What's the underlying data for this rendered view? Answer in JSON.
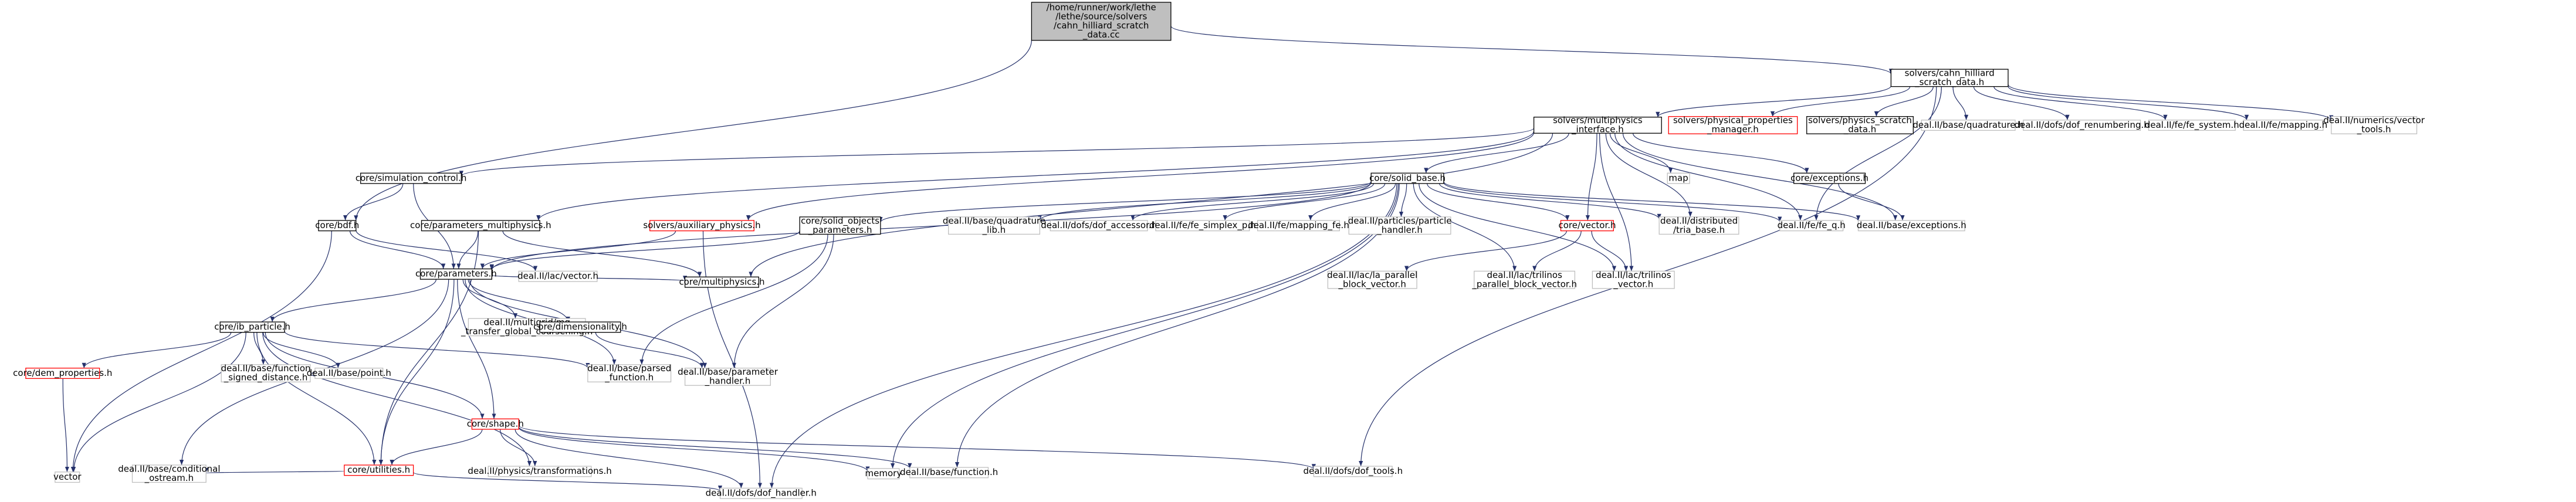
{
  "graph": {
    "nodes": [
      {
        "id": "root",
        "lines": [
          "/home/runner/work/lethe",
          "/lethe/source/solvers",
          "/cahn_hilliard_scratch",
          "_data.cc"
        ],
        "style": "root"
      },
      {
        "id": "chsd",
        "lines": [
          "solvers/cahn_hilliard",
          "_scratch_data.h"
        ],
        "style": "black"
      },
      {
        "id": "mpi",
        "lines": [
          "solvers/multiphysics",
          "_interface.h"
        ],
        "style": "black"
      },
      {
        "id": "ppm",
        "lines": [
          "solvers/physical_properties",
          "_manager.h"
        ],
        "style": "red"
      },
      {
        "id": "psd",
        "lines": [
          "solvers/physics_scratch",
          "_data.h"
        ],
        "style": "black"
      },
      {
        "id": "quad",
        "lines": [
          "deal.II/base/quadrature.h"
        ],
        "style": "grey"
      },
      {
        "id": "dofren",
        "lines": [
          "deal.II/dofs/dof_renumbering.h"
        ],
        "style": "grey"
      },
      {
        "id": "fesys",
        "lines": [
          "deal.II/fe/fe_system.h"
        ],
        "style": "grey"
      },
      {
        "id": "mapping",
        "lines": [
          "deal.II/fe/mapping.h"
        ],
        "style": "grey"
      },
      {
        "id": "numvec",
        "lines": [
          "deal.II/numerics/vector",
          "_tools.h"
        ],
        "style": "grey"
      },
      {
        "id": "simctrl",
        "lines": [
          "core/simulation_control.h"
        ],
        "style": "black"
      },
      {
        "id": "solidbase",
        "lines": [
          "core/solid_base.h"
        ],
        "style": "black"
      },
      {
        "id": "map",
        "lines": [
          "map"
        ],
        "style": "grey"
      },
      {
        "id": "coreexc",
        "lines": [
          "core/exceptions.h"
        ],
        "style": "black"
      },
      {
        "id": "bdf",
        "lines": [
          "core/bdf.h"
        ],
        "style": "black"
      },
      {
        "id": "parmp",
        "lines": [
          "core/parameters_multiphysics.h"
        ],
        "style": "black"
      },
      {
        "id": "auxphys",
        "lines": [
          "solvers/auxiliary_physics.h"
        ],
        "style": "red"
      },
      {
        "id": "solidobj",
        "lines": [
          "core/solid_objects",
          "_parameters.h"
        ],
        "style": "black"
      },
      {
        "id": "quadlib",
        "lines": [
          "deal.II/base/quadrature",
          "_lib.h"
        ],
        "style": "grey"
      },
      {
        "id": "dofacc",
        "lines": [
          "deal.II/dofs/dof_accessor.h"
        ],
        "style": "grey"
      },
      {
        "id": "fesimplex",
        "lines": [
          "deal.II/fe/fe_simplex_p.h"
        ],
        "style": "grey"
      },
      {
        "id": "mappingfe",
        "lines": [
          "deal.II/fe/mapping_fe.h"
        ],
        "style": "grey"
      },
      {
        "id": "particles",
        "lines": [
          "deal.II/particles/particle",
          "_handler.h"
        ],
        "style": "grey"
      },
      {
        "id": "corevec",
        "lines": [
          "core/vector.h"
        ],
        "style": "red"
      },
      {
        "id": "tria",
        "lines": [
          "deal.II/distributed",
          "/tria_base.h"
        ],
        "style": "grey"
      },
      {
        "id": "feq",
        "lines": [
          "deal.II/fe/fe_q.h"
        ],
        "style": "grey"
      },
      {
        "id": "baseexc",
        "lines": [
          "deal.II/base/exceptions.h"
        ],
        "style": "grey"
      },
      {
        "id": "lacvec",
        "lines": [
          "deal.II/lac/vector.h"
        ],
        "style": "grey"
      },
      {
        "id": "params",
        "lines": [
          "core/parameters.h"
        ],
        "style": "black"
      },
      {
        "id": "multiphys",
        "lines": [
          "core/multiphysics.h"
        ],
        "style": "black"
      },
      {
        "id": "lapbv",
        "lines": [
          "deal.II/lac/la_parallel",
          "_block_vector.h"
        ],
        "style": "grey"
      },
      {
        "id": "trilbv",
        "lines": [
          "deal.II/lac/trilinos",
          "_parallel_block_vector.h"
        ],
        "style": "grey"
      },
      {
        "id": "trilv",
        "lines": [
          "deal.II/lac/trilinos",
          "_vector.h"
        ],
        "style": "grey"
      },
      {
        "id": "ibpart",
        "lines": [
          "core/ib_particle.h"
        ],
        "style": "black"
      },
      {
        "id": "mgtrans",
        "lines": [
          "deal.II/multigrid/mg",
          "_transfer_global_coarsening.h"
        ],
        "style": "grey"
      },
      {
        "id": "dimen",
        "lines": [
          "core/dimensionality.h"
        ],
        "style": "black"
      },
      {
        "id": "demprop",
        "lines": [
          "core/dem_properties.h"
        ],
        "style": "red"
      },
      {
        "id": "funcsd",
        "lines": [
          "deal.II/base/function",
          "_signed_distance.h"
        ],
        "style": "grey"
      },
      {
        "id": "point",
        "lines": [
          "deal.II/base/point.h"
        ],
        "style": "grey"
      },
      {
        "id": "parsed",
        "lines": [
          "deal.II/base/parsed",
          "_function.h"
        ],
        "style": "grey"
      },
      {
        "id": "paramh",
        "lines": [
          "deal.II/base/parameter",
          "_handler.h"
        ],
        "style": "grey"
      },
      {
        "id": "shape",
        "lines": [
          "core/shape.h"
        ],
        "style": "red"
      },
      {
        "id": "vector",
        "lines": [
          "vector"
        ],
        "style": "grey"
      },
      {
        "id": "utilities",
        "lines": [
          "core/utilities.h"
        ],
        "style": "red"
      },
      {
        "id": "transf",
        "lines": [
          "deal.II/physics/transformations.h"
        ],
        "style": "grey"
      },
      {
        "id": "memory",
        "lines": [
          "memory"
        ],
        "style": "grey"
      },
      {
        "id": "basefunc",
        "lines": [
          "deal.II/base/function.h"
        ],
        "style": "grey"
      },
      {
        "id": "doftools",
        "lines": [
          "deal.II/dofs/dof_tools.h"
        ],
        "style": "grey"
      },
      {
        "id": "condost",
        "lines": [
          "deal.II/base/conditional",
          "_ostream.h"
        ],
        "style": "grey"
      },
      {
        "id": "dofh",
        "lines": [
          "deal.II/dofs/dof_handler.h"
        ],
        "style": "grey"
      }
    ],
    "edges": [
      [
        "root",
        "chsd"
      ],
      [
        "root",
        "bdf"
      ],
      [
        "chsd",
        "mpi"
      ],
      [
        "chsd",
        "ppm"
      ],
      [
        "chsd",
        "psd"
      ],
      [
        "chsd",
        "quad"
      ],
      [
        "chsd",
        "dofren"
      ],
      [
        "chsd",
        "fesys"
      ],
      [
        "chsd",
        "mapping"
      ],
      [
        "chsd",
        "numvec"
      ],
      [
        "chsd",
        "doftools"
      ],
      [
        "chsd",
        "feq"
      ],
      [
        "mpi",
        "simctrl"
      ],
      [
        "mpi",
        "solidbase"
      ],
      [
        "mpi",
        "map"
      ],
      [
        "mpi",
        "coreexc"
      ],
      [
        "mpi",
        "parmp"
      ],
      [
        "mpi",
        "auxphys"
      ],
      [
        "mpi",
        "multiphys"
      ],
      [
        "mpi",
        "corevec"
      ],
      [
        "mpi",
        "tria"
      ],
      [
        "mpi",
        "feq"
      ],
      [
        "mpi",
        "trilv"
      ],
      [
        "mpi",
        "baseexc"
      ],
      [
        "solidbase",
        "solidobj"
      ],
      [
        "solidbase",
        "quadlib"
      ],
      [
        "solidbase",
        "dofacc"
      ],
      [
        "solidbase",
        "fesimplex"
      ],
      [
        "solidbase",
        "mappingfe"
      ],
      [
        "solidbase",
        "particles"
      ],
      [
        "solidbase",
        "corevec"
      ],
      [
        "solidbase",
        "tria"
      ],
      [
        "solidbase",
        "feq"
      ],
      [
        "solidbase",
        "trilbv"
      ],
      [
        "solidbase",
        "trilv"
      ],
      [
        "solidbase",
        "baseexc"
      ],
      [
        "solidbase",
        "params"
      ],
      [
        "solidbase",
        "memory"
      ],
      [
        "solidbase",
        "basefunc"
      ],
      [
        "solidbase",
        "dofh"
      ],
      [
        "coreexc",
        "baseexc"
      ],
      [
        "simctrl",
        "bdf"
      ],
      [
        "simctrl",
        "params"
      ],
      [
        "bdf",
        "lacvec"
      ],
      [
        "bdf",
        "params"
      ],
      [
        "bdf",
        "vector"
      ],
      [
        "parmp",
        "params"
      ],
      [
        "parmp",
        "multiphys"
      ],
      [
        "parmp",
        "utilities"
      ],
      [
        "auxphys",
        "params"
      ],
      [
        "auxphys",
        "dofh"
      ],
      [
        "solidobj",
        "params"
      ],
      [
        "solidobj",
        "parsed"
      ],
      [
        "solidobj",
        "paramh"
      ],
      [
        "corevec",
        "lapbv"
      ],
      [
        "corevec",
        "trilbv"
      ],
      [
        "corevec",
        "trilv"
      ],
      [
        "params",
        "ibpart"
      ],
      [
        "params",
        "mgtrans"
      ],
      [
        "params",
        "dimen"
      ],
      [
        "params",
        "multiphys"
      ],
      [
        "params",
        "parsed"
      ],
      [
        "params",
        "paramh"
      ],
      [
        "params",
        "shape"
      ],
      [
        "params",
        "utilities"
      ],
      [
        "params",
        "condost"
      ],
      [
        "dimen",
        "paramh"
      ],
      [
        "ibpart",
        "demprop"
      ],
      [
        "ibpart",
        "funcsd"
      ],
      [
        "ibpart",
        "point"
      ],
      [
        "ibpart",
        "parsed"
      ],
      [
        "ibpart",
        "shape"
      ],
      [
        "ibpart",
        "utilities"
      ],
      [
        "ibpart",
        "transf"
      ],
      [
        "ibpart",
        "vector"
      ],
      [
        "demprop",
        "vector"
      ],
      [
        "shape",
        "utilities"
      ],
      [
        "shape",
        "transf"
      ],
      [
        "shape",
        "memory"
      ],
      [
        "shape",
        "basefunc"
      ],
      [
        "shape",
        "doftools"
      ],
      [
        "shape",
        "dofh"
      ],
      [
        "utilities",
        "condost"
      ],
      [
        "utilities",
        "dofh"
      ]
    ]
  }
}
